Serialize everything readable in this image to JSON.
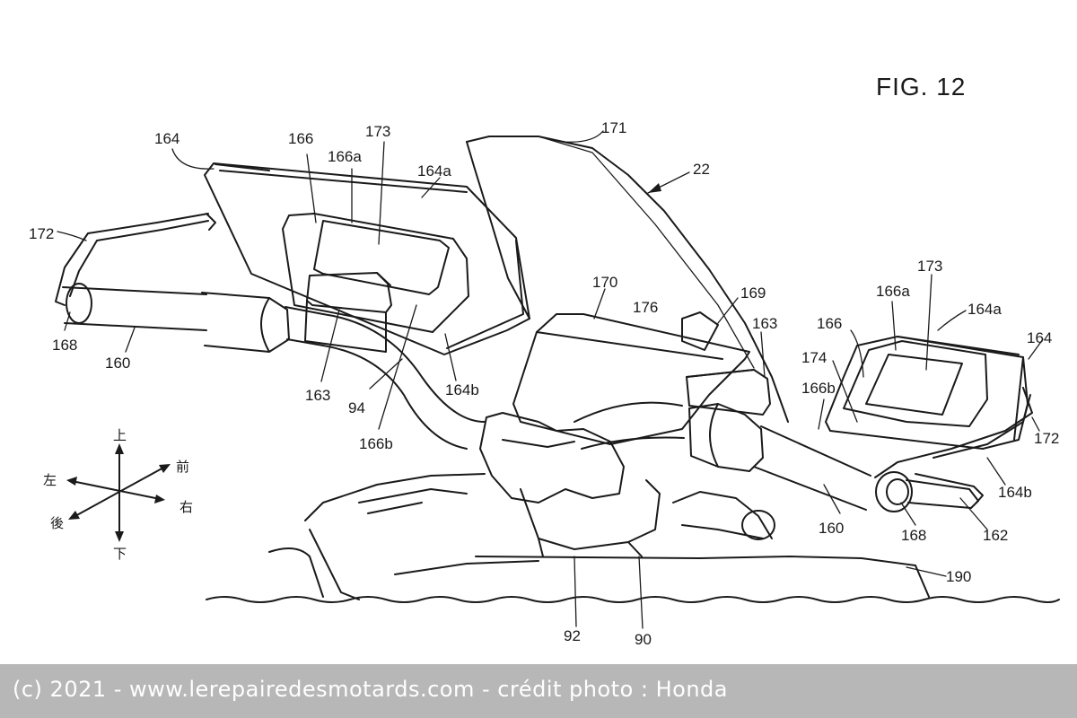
{
  "figure": {
    "title": "FIG. 12",
    "labels": {
      "l164_left": "164",
      "l166_left": "166",
      "l173_left": "173",
      "l166a_left": "166a",
      "l164a_left": "164a",
      "l171": "171",
      "l22": "22",
      "l172_left": "172",
      "l168_left": "168",
      "l160_left": "160",
      "l163_left": "163",
      "l94": "94",
      "l166b_left": "166b",
      "l164b_left": "164b",
      "l170": "170",
      "l176": "176",
      "l169": "169",
      "l163_right": "163",
      "l173_right": "173",
      "l166a_right": "166a",
      "l164a_right": "164a",
      "l166_right": "166",
      "l164_right": "164",
      "l174": "174",
      "l166b_right": "166b",
      "l172_right": "172",
      "l164b_right": "164b",
      "l160_right": "160",
      "l168_right": "168",
      "l162": "162",
      "l190": "190",
      "l92": "92",
      "l90": "90"
    },
    "directions": {
      "up": "上",
      "down": "下",
      "front": "前",
      "rear": "後",
      "left": "左",
      "right": "右"
    }
  },
  "footer": {
    "credit": "(c) 2021 - www.lerepairedesmotards.com  - crédit photo : Honda",
    "background": "#b7b7b7",
    "text_color": "#ffffff"
  }
}
